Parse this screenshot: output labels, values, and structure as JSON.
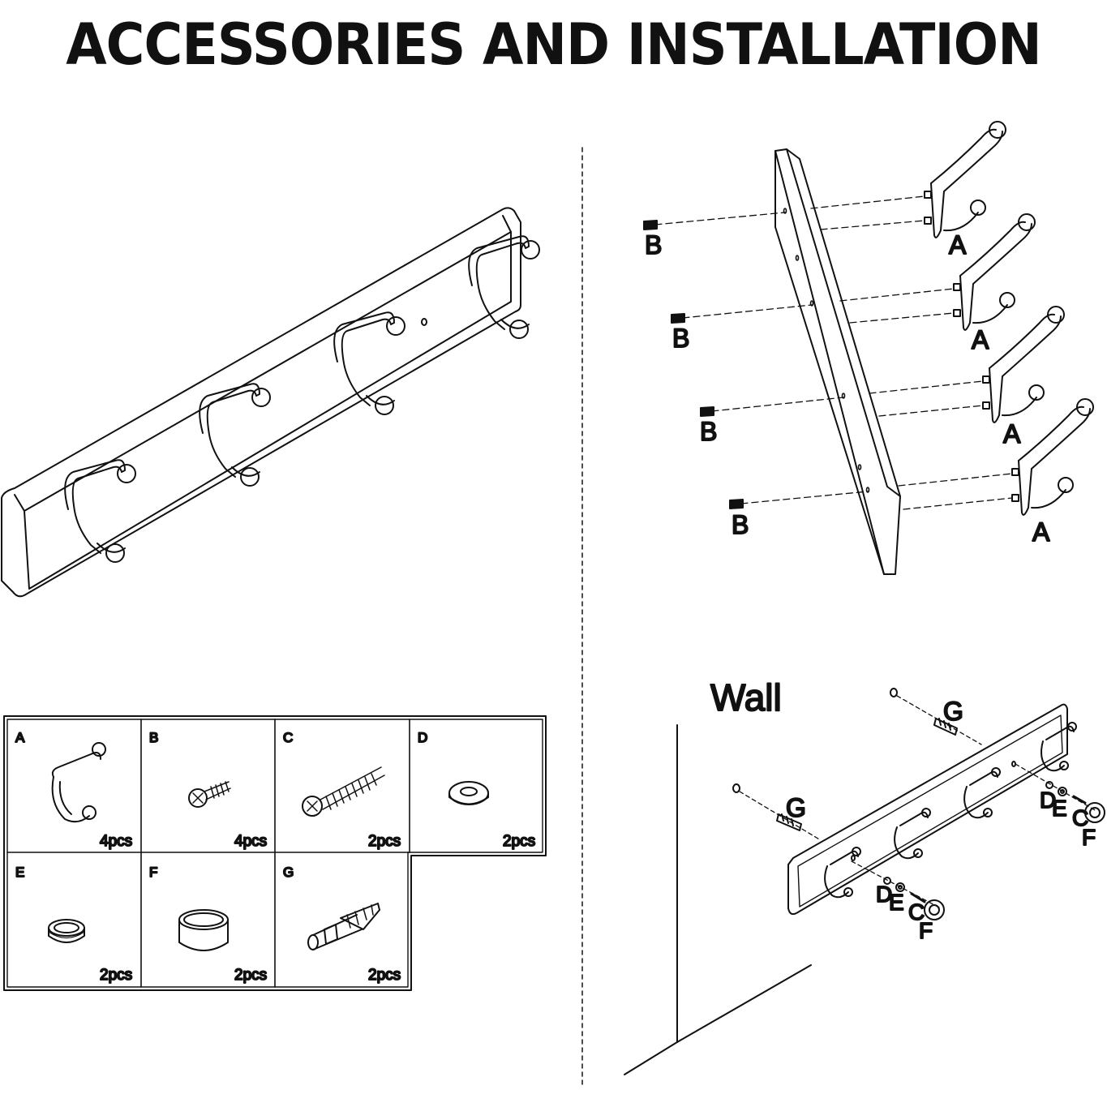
{
  "title": "ACCESSORIES AND INSTALLATION",
  "wall_label": "Wall",
  "parts": [
    {
      "letter": "A",
      "qty": "4pcs"
    },
    {
      "letter": "B",
      "qty": "4pcs"
    },
    {
      "letter": "C",
      "qty": "2pcs"
    },
    {
      "letter": "D",
      "qty": "2pcs"
    },
    {
      "letter": "E",
      "qty": "2pcs"
    },
    {
      "letter": "F",
      "qty": "2pcs"
    },
    {
      "letter": "G",
      "qty": "2pcs"
    }
  ],
  "exploded_labels": {
    "hook": "A",
    "screw": "B"
  },
  "wall_labels": {
    "anchor": "G",
    "washer": "D",
    "ring": "E",
    "screw": "C",
    "cap": "F"
  }
}
